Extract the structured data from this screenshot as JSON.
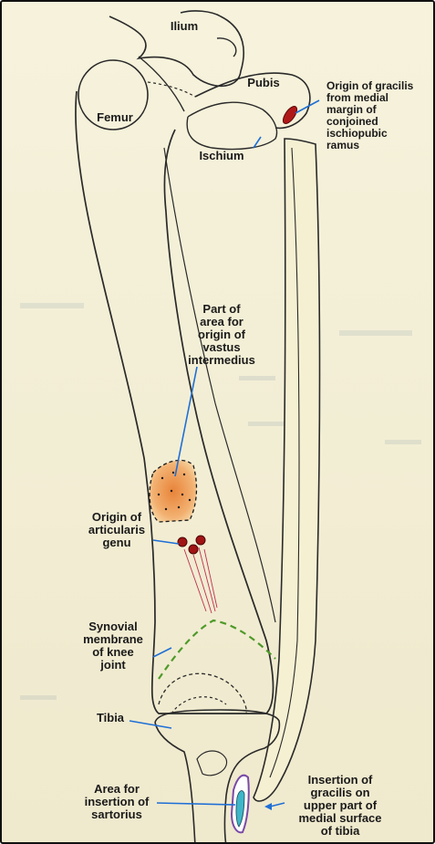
{
  "labels": {
    "ilium": "Ilium",
    "pubis": "Pubis",
    "femur": "Femur",
    "ischium": "Ischium",
    "tibia": "Tibia",
    "gracilis_origin": [
      "Origin of gracilis",
      "from medial",
      "margin of",
      "conjoined",
      "ischiopubic",
      "ramus"
    ],
    "vastus_area": [
      "Part of",
      "area for",
      "origin of",
      "vastus",
      "intermedius"
    ],
    "articularis_origin": [
      "Origin of",
      "articularis",
      "genu"
    ],
    "synovial": [
      "Synovial",
      "membrane",
      "of knee",
      "joint"
    ],
    "sartorius_area": [
      "Area for",
      "insertion of",
      "sartorius"
    ],
    "gracilis_insertion": [
      "Insertion of",
      "gracilis on",
      "upper part of",
      "medial surface",
      "of tibia"
    ]
  },
  "colors": {
    "bone_outline": "#2a2a2a",
    "leader_line": "#1e6fd6",
    "muscle_red": "#b01818",
    "vastus_fill": "#e8843a",
    "synovial_green": "#4f9a2a",
    "sartorius_purple": "#7a4aa8",
    "insertion_cyan": "#3fb6c8"
  }
}
